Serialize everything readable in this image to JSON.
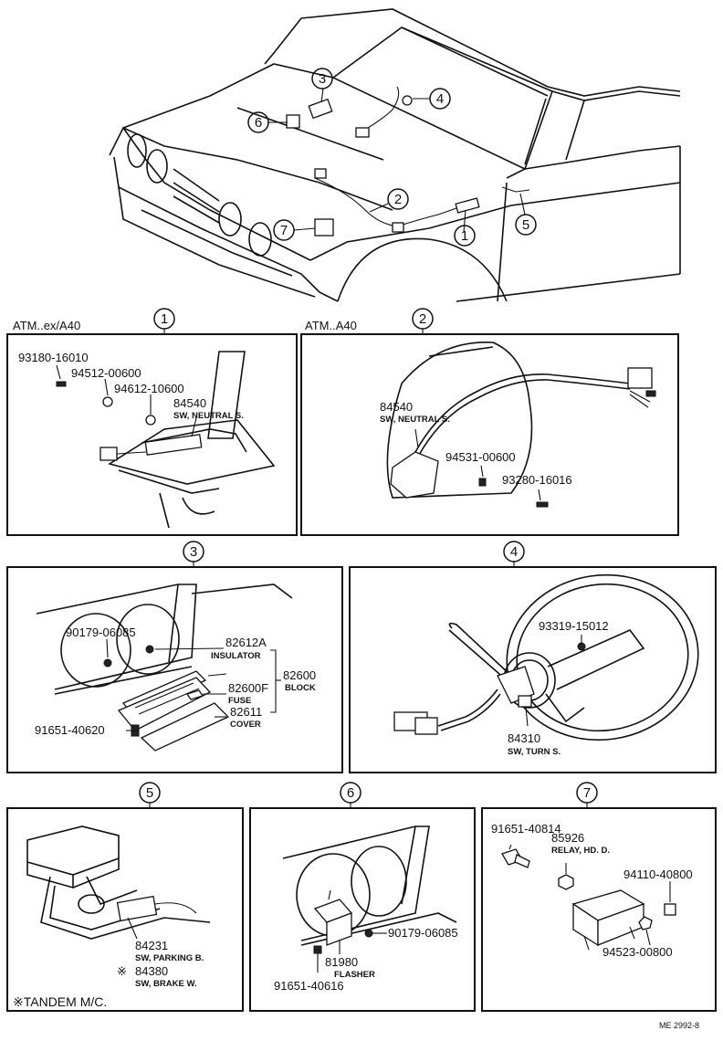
{
  "overview": {
    "callouts": [
      "3",
      "4",
      "6",
      "2",
      "7",
      "1",
      "5"
    ]
  },
  "panel1": {
    "number": "1",
    "header": "ATM..ex/A40",
    "labels": {
      "p1": "93180-16010",
      "p2": "94512-00600",
      "p3": "94612-10600",
      "p4": "84540",
      "p4_desc": "SW, NEUTRAL S."
    }
  },
  "panel2": {
    "number": "2",
    "header": "ATM..A40",
    "labels": {
      "p1": "84540",
      "p1_desc": "SW, NEUTRAL S.",
      "p2": "94531-00600",
      "p3": "93280-16016"
    }
  },
  "panel3": {
    "number": "3",
    "labels": {
      "p1": "90179-06085",
      "p2": "82612A",
      "p2_desc": "INSULATOR",
      "p3": "82600",
      "p3_desc": "BLOCK",
      "p4": "82600F",
      "p4_desc": "FUSE",
      "p5": "82611",
      "p5_desc": "COVER",
      "p6": "91651-40620"
    }
  },
  "panel4": {
    "number": "4",
    "labels": {
      "p1": "93319-15012",
      "p2": "84310",
      "p2_desc": "SW, TURN S."
    }
  },
  "panel5": {
    "number": "5",
    "labels": {
      "p1": "84231",
      "p1_desc": "SW, PARKING B.",
      "p2_mark": "※",
      "p2": "84380",
      "p2_desc": "SW, BRAKE W.",
      "note": "※TANDEM M/C."
    }
  },
  "panel6": {
    "number": "6",
    "labels": {
      "p1": "90179-06085",
      "p2": "81980",
      "p2_desc": "FLASHER",
      "p3": "91651-40616"
    }
  },
  "panel7": {
    "number": "7",
    "labels": {
      "p1": "91651-40814",
      "p2": "85926",
      "p2_desc": "RELAY, HD. D.",
      "p3": "94110-40800",
      "p4": "94523-00800"
    }
  },
  "footer": {
    "code": "ME 2992-8"
  }
}
